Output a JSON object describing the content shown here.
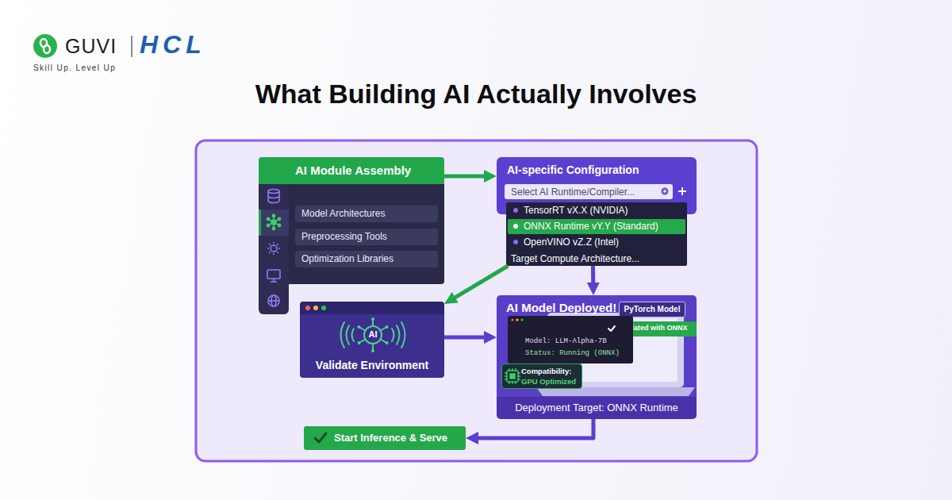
{
  "diagram": {
    "title": "What Building AI Actually Involves",
    "nodes": [
      {
        "text": [
          "AI Module Assembly"
        ]
      },
      {
        "text": [
          "Model Architectures"
        ],
        "in": 0
      },
      {
        "text": [
          "Preprocessing Tools"
        ],
        "in": 0
      },
      {
        "text": [
          "Optimization Libraries"
        ],
        "in": 0
      },
      {
        "text": [
          "AI-specific Configuration"
        ]
      },
      {
        "text": [
          "Select AI Runtime/Compiler..."
        ],
        "in": 4
      },
      {
        "text": [
          "TensorRT vX.X (NVIDIA)",
          "OpenVINO vZ.Z (Intel)",
          "Target Compute Architecture..."
        ],
        "in": 4
      },
      {
        "text": [
          "ONNX Runtime vY.Y (Standard)"
        ],
        "in": 6
      },
      {
        "text": [
          "Validate Environment"
        ]
      },
      {
        "text": [
          "AI Model Deployed!",
          "Deployment Target: ONNX Runtime"
        ]
      },
      {
        "text": [
          "PyTorch Model"
        ],
        "in": 9
      },
      {
        "text": [
          "Validated with ONNX"
        ],
        "in": 9
      },
      {
        "text": [
          "Model: LLM-Alpha-7B",
          "Status: Running (ONNX)"
        ],
        "in": 9
      },
      {
        "text": [
          "Compatibility:",
          "GPU Optimized"
        ],
        "in": 9
      },
      {
        "text": [
          "Start Inference & Serve"
        ]
      }
    ],
    "edges": [
      {
        "from": 0,
        "to": 4,
        "arrow": "to"
      },
      {
        "from": 6,
        "to": 8,
        "arrow": "to"
      },
      {
        "from": 6,
        "to": 9,
        "arrow": "to"
      },
      {
        "from": 8,
        "to": 9,
        "arrow": "to"
      },
      {
        "from": 9,
        "to": 14,
        "arrow": "to"
      }
    ],
    "labels": [
      "GUVI",
      "HCL",
      "Skill Up. Level Up",
      "AI"
    ]
  }
}
